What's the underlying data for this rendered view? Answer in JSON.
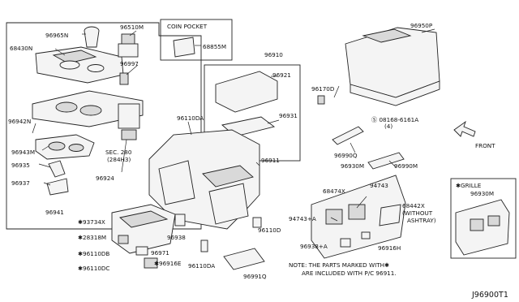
{
  "diagram": {
    "code": "J96900T1",
    "note_line1": "NOTE: THE PARTS MARKED WITH✱",
    "note_line2": "ARE INCLUDED WITH P/C 96911.",
    "insets": {
      "coin_pocket": {
        "title": "COIN POCKET",
        "part": "68855M"
      },
      "grille": {
        "title": "✱GRILLE",
        "part": "96930M"
      }
    },
    "front_label": "FRONT",
    "sec_label_line1": "SEC. 280",
    "sec_label_line2": "(284H3)",
    "parts": {
      "p68430N": "68430N",
      "p96965N": "96965N",
      "p96510M": "96510M",
      "p96997": "96997",
      "p96942N": "96942N",
      "p96943M": "96943M",
      "p96935": "96935",
      "p96937": "96937",
      "p96924": "96924",
      "p96910": "96910",
      "p96921": "96921",
      "p96110DA_top": "96110DA",
      "p96931": "96931",
      "p96911": "96911",
      "p96941": "96941",
      "p93734X": "✱93734X",
      "p28318M": "✱28318M",
      "p96110DB": "✱96110DB",
      "p96110DC": "✱96110DC",
      "p96971": "96971",
      "p96916E": "✱96916E",
      "p96938_left": "96938",
      "p96110DA_bottom": "96110DA",
      "p96110D": "96110D",
      "p96991Q": "96991Q",
      "p96950P": "96950P",
      "p96170D": "96170D",
      "p08168": "Ⓢ 08168-6161A",
      "p08168_qty": "(4)",
      "p96990Q": "96990Q",
      "p96930M": "96930M",
      "p96990M": "96990M",
      "p68474X": "68474X",
      "p94743": "94743",
      "p94743A": "94743+A",
      "p68442X": "68442X",
      "p68442X_note1": "(WITHOUT",
      "p68442X_note2": "ASHTRAY)",
      "p96938A": "96938+A",
      "p96916H": "96916H"
    }
  }
}
